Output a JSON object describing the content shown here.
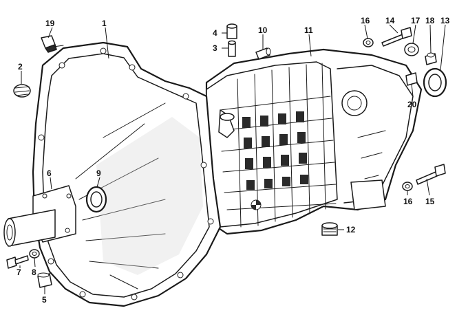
{
  "callouts": [
    {
      "id": "c1",
      "label": "1"
    },
    {
      "id": "c2",
      "label": "2"
    },
    {
      "id": "c3",
      "label": "3"
    },
    {
      "id": "c4",
      "label": "4"
    },
    {
      "id": "c5",
      "label": "5"
    },
    {
      "id": "c6",
      "label": "6"
    },
    {
      "id": "c7",
      "label": "7"
    },
    {
      "id": "c8",
      "label": "8"
    },
    {
      "id": "c9",
      "label": "9"
    },
    {
      "id": "c10",
      "label": "10"
    },
    {
      "id": "c11",
      "label": "11"
    },
    {
      "id": "c12",
      "label": "12"
    },
    {
      "id": "c13",
      "label": "13"
    },
    {
      "id": "c14",
      "label": "14"
    },
    {
      "id": "c15",
      "label": "15"
    },
    {
      "id": "c16a",
      "label": "16"
    },
    {
      "id": "c16b",
      "label": "16"
    },
    {
      "id": "c17",
      "label": "17"
    },
    {
      "id": "c18",
      "label": "18"
    },
    {
      "id": "c19",
      "label": "19"
    },
    {
      "id": "c20",
      "label": "20"
    }
  ]
}
